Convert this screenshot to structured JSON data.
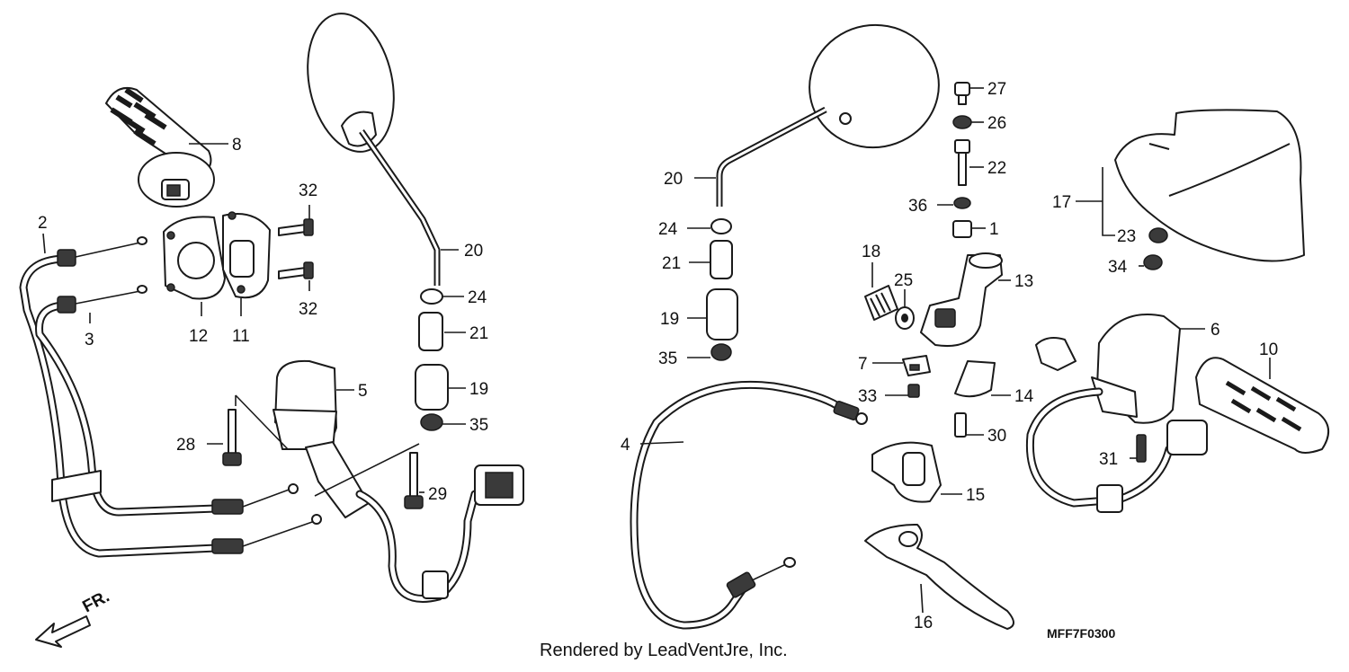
{
  "callouts": {
    "c1": "1",
    "c2": "2",
    "c3": "3",
    "c4": "4",
    "c5": "5",
    "c6": "6",
    "c7": "7",
    "c8": "8",
    "c10": "10",
    "c11": "11",
    "c12": "12",
    "c13": "13",
    "c14": "14",
    "c15": "15",
    "c16": "16",
    "c17": "17",
    "c18": "18",
    "c19a": "19",
    "c19b": "19",
    "c20a": "20",
    "c20b": "20",
    "c21a": "21",
    "c21b": "21",
    "c22": "22",
    "c23": "23",
    "c24a": "24",
    "c24b": "24",
    "c25": "25",
    "c26": "26",
    "c27": "27",
    "c28": "28",
    "c29": "29",
    "c30": "30",
    "c31": "31",
    "c32a": "32",
    "c32b": "32",
    "c33": "33",
    "c34": "34",
    "c35a": "35",
    "c35b": "35",
    "c36": "36"
  },
  "direction_label": "FR.",
  "diagram_code": "MFF7F0300",
  "credit": "Rendered by LeadVentJre, Inc."
}
